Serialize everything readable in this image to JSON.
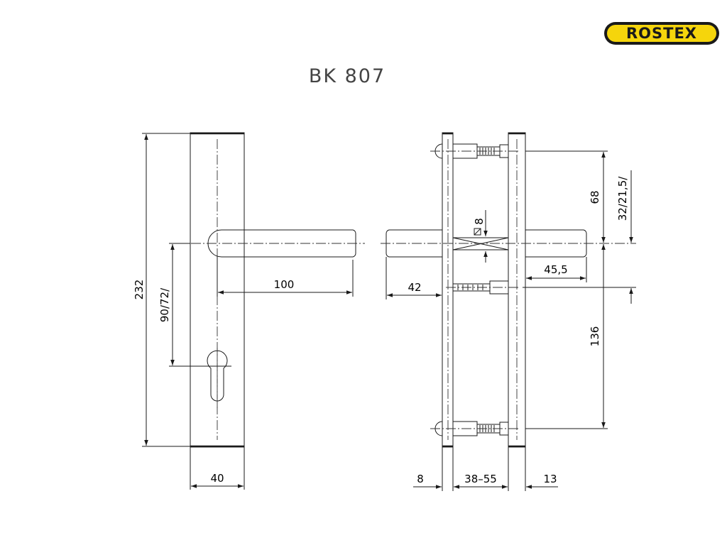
{
  "logo": {
    "text": "ROSTEX",
    "colors": {
      "background": "#F5D50C",
      "border": "#1a1a1a",
      "text": "#1a1a1a"
    }
  },
  "title": "BK 807",
  "dimensions": {
    "overall_height": "232",
    "spacing": "90/72/",
    "lever_length": "100",
    "plate_width": "40",
    "lever_projection": "42",
    "square_spindle": "8",
    "upper_screw": "68",
    "spindle_offset": "32/21,5/",
    "lever_inner": "45,5",
    "lower_screw": "136",
    "plate_thickness_left": "8",
    "door_thickness": "38–55",
    "plate_thickness_right": "13"
  }
}
